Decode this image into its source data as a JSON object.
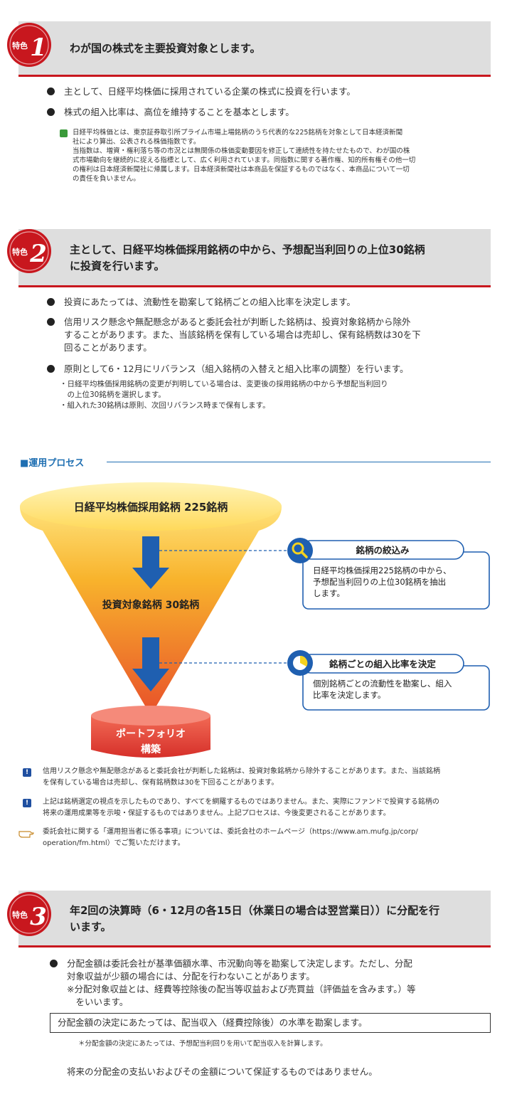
{
  "feature1": {
    "badge_label": "特色",
    "badge_number": "1",
    "title": "わが国の株式を主要投資対象とします。",
    "bullets": [
      "主として、日経平均株価に採用されている企業の株式に投資を行います。",
      "株式の組入比率は、高位を維持することを基本とします。"
    ],
    "notes": [
      "日経平均株価とは、東京証券取引所プライム市場上場銘柄のうち代表的な225銘柄を対象として日本経済新聞",
      "社により算出、公表される株価指数です。",
      "当指数は、増資・権利落ち等の市況とは無関係の株価変動要因を修正して連続性を持たせたもので、わが国の株",
      "式市場動向を継続的に捉える指標として、広く利用されています。同指数に関する著作権、知的所有権その他一切",
      "の権利は日本経済新聞社に帰属します。日本経済新聞社は本商品を保証するものではなく、本商品について一切",
      "の責任を負いません。"
    ]
  },
  "feature2": {
    "badge_label": "特色",
    "badge_number": "2",
    "title_line1": "主として、日経平均株価採用銘柄の中から、予想配当利回りの上位30銘柄",
    "title_line2": "に投資を行います。",
    "bullet1": "投資にあたっては、流動性を勘案して銘柄ごとの組入比率を決定します。",
    "bullet2_lines": [
      "信用リスク懸念や無配懸念があると委託会社が判断した銘柄は、投資対象銘柄から除外",
      "することがあります。また、当該銘柄を保有している場合は売却し、保有銘柄数は30を下",
      "回ることがあります。"
    ],
    "bullet3": "原則として6・12月にリバランス（組入銘柄の入替えと組入比率の調整）を行います。",
    "sub_notes": [
      "・日経平均株価採用銘柄の変更が判明している場合は、変更後の採用銘柄の中から予想配当利回り",
      "　の上位30銘柄を選択します。",
      "・組入れた30銘柄は原則、次回リバランス時まで保有します。"
    ]
  },
  "process": {
    "section_title": "■運用プロセス",
    "funnel_top": "日経平均株価採用銘柄 225銘柄",
    "funnel_mid": "投資対象銘柄 30銘柄",
    "base_line1": "ポートフォリオ",
    "base_line2": "構築",
    "step1_title": "銘柄の絞込み",
    "step1_body": [
      "日経平均株価採用225銘柄の中から、",
      "予想配当利回りの上位30銘柄を抽出",
      "します。"
    ],
    "step2_title": "銘柄ごとの組入比率を決定",
    "step2_body": [
      "個別銘柄ごとの流動性を勘案し、組入",
      "比率を決定します。"
    ],
    "colors": {
      "funnel_top": "#ffe27a",
      "funnel_bottom": "#e8502a",
      "arrow": "#1f5fb0",
      "base": "#e8403a"
    }
  },
  "notes": {
    "note1_lines": [
      "信用リスク懸念や無配懸念があると委託会社が判断した銘柄は、投資対象銘柄から除外することがあります。また、当該銘柄",
      "を保有している場合は売却し、保有銘柄数は30を下回ることがあります。"
    ],
    "note2_lines": [
      "上記は銘柄選定の視点を示したものであり、すべてを網羅するものではありません。また、実際にファンドで投資する銘柄の",
      "将来の運用成果等を示唆・保証するものではありません。上記プロセスは、今後変更されることがあります。"
    ],
    "note3_lines": [
      "委託会社に関する「運用担当者に係る事項」については、委託会社のホームページ（https://www.am.mufg.jp/corp/",
      "operation/fm.html）でご覧いただけます。"
    ]
  },
  "feature3": {
    "badge_label": "特色",
    "badge_number": "3",
    "title_line1": "年2回の決算時（6・12月の各15日（休業日の場合は翌営業日））に分配を行",
    "title_line2": "います。",
    "bullet_lines": [
      "分配金額は委託会社が基準価額水準、市況動向等を勘案して決定します。ただし、分配",
      "対象収益が少額の場合には、分配を行わないことがあります。",
      "※分配対象収益とは、経費等控除後の配当等収益および売買益（評価益を含みます。）等",
      "　をいいます。"
    ],
    "boxed": "分配金額の決定にあたっては、配当収入（経費控除後）の水準を勘案します。",
    "small_note": "＊分配金額の決定にあたっては、予想配当利回りを用いて配当収入を計算します。",
    "final": "将来の分配金の支払いおよびその金額について保証するものではありません。"
  }
}
